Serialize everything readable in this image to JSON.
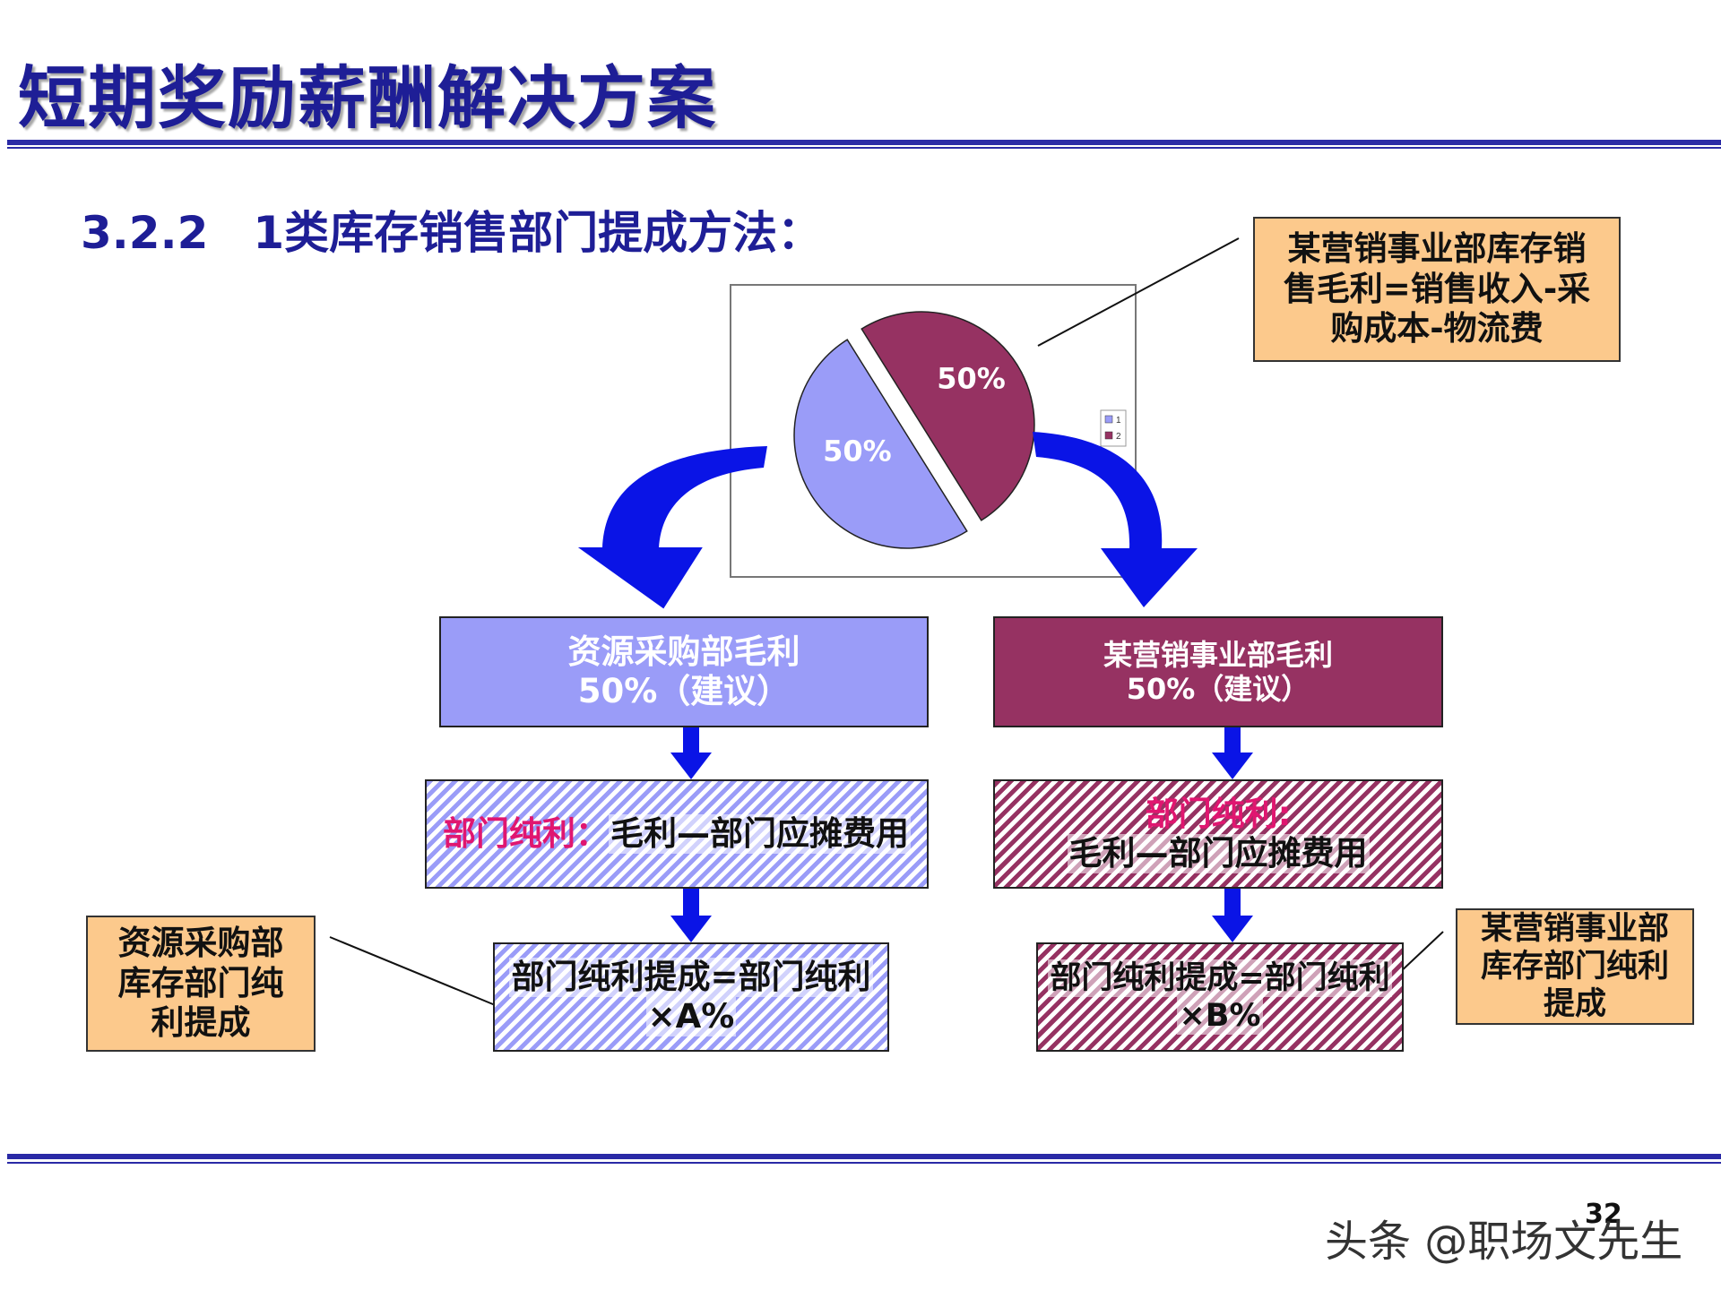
{
  "slide": {
    "title": "短期奖励薪酬解决方案",
    "subtitle_number": "3.2.2",
    "subtitle_text": "1类库存销售部门提成方法：",
    "page_number": "32"
  },
  "chart_data": {
    "type": "pie",
    "slices": [
      {
        "label": "1",
        "value": 50,
        "data_label": "50%",
        "color": "#9a9cf8"
      },
      {
        "label": "2",
        "value": 50,
        "data_label": "50%",
        "color": "#963262"
      }
    ],
    "legend": "right",
    "legend_entries": [
      "1",
      "2"
    ]
  },
  "callouts": {
    "top_right": {
      "lines": [
        "某营销事业部库存销",
        "售毛利=销售收入-采",
        "购成本-物流费"
      ]
    },
    "bottom_left": {
      "lines": [
        "资源采购部",
        "库存部门纯",
        "利提成"
      ]
    },
    "bottom_right": {
      "lines": [
        "某营销事业部",
        "库存部门纯利",
        "提成"
      ]
    }
  },
  "left_column": {
    "margin_box": {
      "line1": "资源采购部毛利",
      "line2": "50%（建议）"
    },
    "net_box": {
      "label": "部门纯利：",
      "text": "毛利—部门应摊费用"
    },
    "commission_box": {
      "line1": "部门纯利提成=部门纯利",
      "line2": "×A%"
    }
  },
  "right_column": {
    "margin_box": {
      "line1": "某营销事业部毛利",
      "line2": "50%（建议）"
    },
    "net_box": {
      "label": "部门纯利:",
      "text": "毛利—部门应摊费用"
    },
    "commission_box": {
      "line1": "部门纯利提成=部门纯利",
      "line2": "×B%"
    }
  },
  "colors": {
    "title": "#1e1e96",
    "blue": "#9a9cf8",
    "maroon": "#963262",
    "arrow": "#0a14e6",
    "peach": "#fcc98c",
    "pink_label": "#e01670"
  },
  "watermark": "头条 @职场文先生"
}
